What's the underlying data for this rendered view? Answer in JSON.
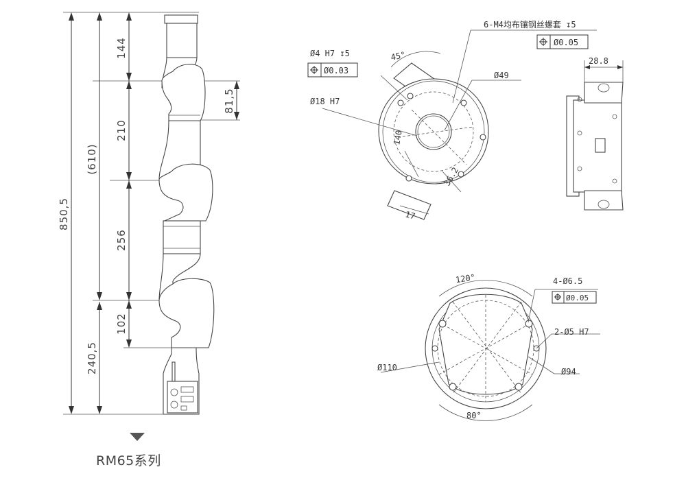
{
  "arm_view": {
    "dims": {
      "overall": "850,5",
      "reach": "(610)",
      "base_section": "240,5",
      "top_joint": "144",
      "upper_arm": "210",
      "offset": "81,5",
      "forearm": "256",
      "wrist": "102"
    }
  },
  "flange_view": {
    "hole_note": "Ø4 H7 ↧5",
    "hole_tolerance": "Ø0.03",
    "bore": "Ø18 H7",
    "angle": "45°",
    "thread_note": "6-M4均布镶钢丝螺套 ↧5",
    "thread_tolerance": "Ø0.05",
    "pcd": "Ø49",
    "span": "140",
    "offset": "36.2",
    "width": "17"
  },
  "side_view": {
    "width": "28.8"
  },
  "base_view": {
    "angle_top": "120°",
    "angle_bottom": "80°",
    "mount_holes": "4-Ø6.5",
    "mount_tolerance": "Ø0.05",
    "dowel_holes": "2-Ø5 H7",
    "outer_dia": "Ø110",
    "pcd": "Ø94"
  },
  "caption": {
    "model": "RM65系列"
  },
  "icons": {
    "pointer": "down-triangle-icon",
    "position_symbol": "position-tolerance-icon"
  }
}
